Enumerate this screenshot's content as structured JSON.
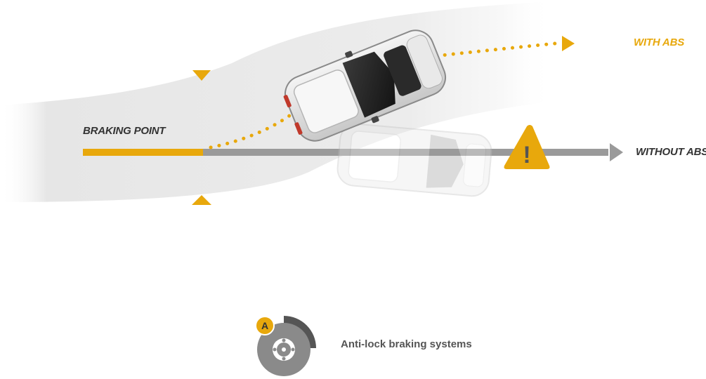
{
  "labels": {
    "braking_point": "BRAKING POINT",
    "with_abs": "WITH ABS",
    "without_abs": "WITHOUT ABS"
  },
  "warning": {
    "glyph": "!"
  },
  "legend": {
    "badge_letter": "A",
    "text": "Anti-lock braking systems"
  },
  "colors": {
    "accent": "#e8a80c",
    "gray": "#999999",
    "road": "#e9e9e9",
    "dark_text": "#333333"
  }
}
